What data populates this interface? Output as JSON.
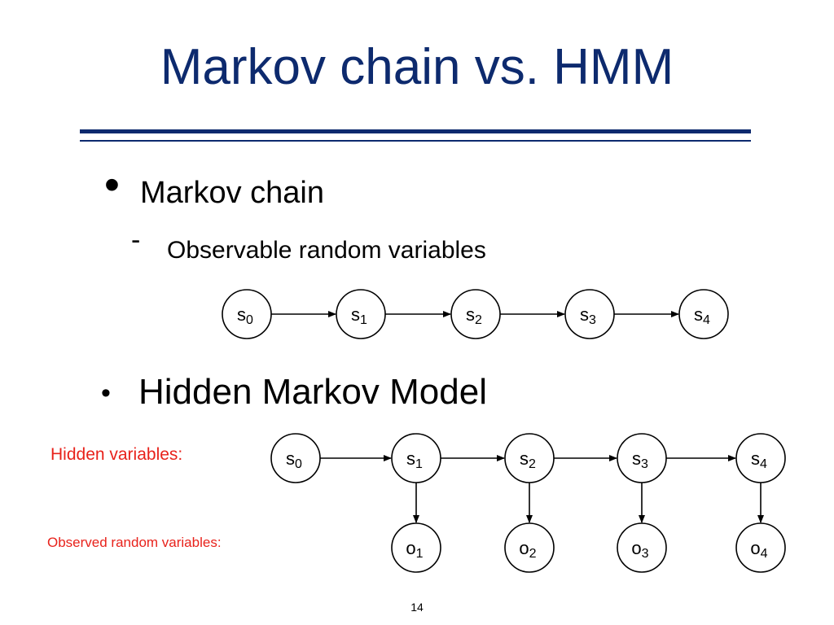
{
  "slide": {
    "title": "Markov chain vs. HMM",
    "page_number": "14"
  },
  "bullets": {
    "markov_chain": "Markov chain",
    "markov_chain_sub": "Observable random variables",
    "hmm": "Hidden Markov Model",
    "bullet_glyph": "•",
    "dash_glyph": "-"
  },
  "labels": {
    "hidden": "Hidden variables:",
    "observed": "Observed random variables:"
  },
  "colors": {
    "title": "#0d2a6e",
    "rule": "#0d2a6e",
    "label_red": "#e8221b"
  },
  "markov_chain_nodes": [
    {
      "letter": "s",
      "index": "0"
    },
    {
      "letter": "s",
      "index": "1"
    },
    {
      "letter": "s",
      "index": "2"
    },
    {
      "letter": "s",
      "index": "3"
    },
    {
      "letter": "s",
      "index": "4"
    }
  ],
  "hmm_hidden_nodes": [
    {
      "letter": "s",
      "index": "0"
    },
    {
      "letter": "s",
      "index": "1"
    },
    {
      "letter": "s",
      "index": "2"
    },
    {
      "letter": "s",
      "index": "3"
    },
    {
      "letter": "s",
      "index": "4"
    }
  ],
  "hmm_observed_nodes": [
    {
      "letter": "o",
      "index": "1"
    },
    {
      "letter": "o",
      "index": "2"
    },
    {
      "letter": "o",
      "index": "3"
    },
    {
      "letter": "o",
      "index": "4"
    }
  ]
}
